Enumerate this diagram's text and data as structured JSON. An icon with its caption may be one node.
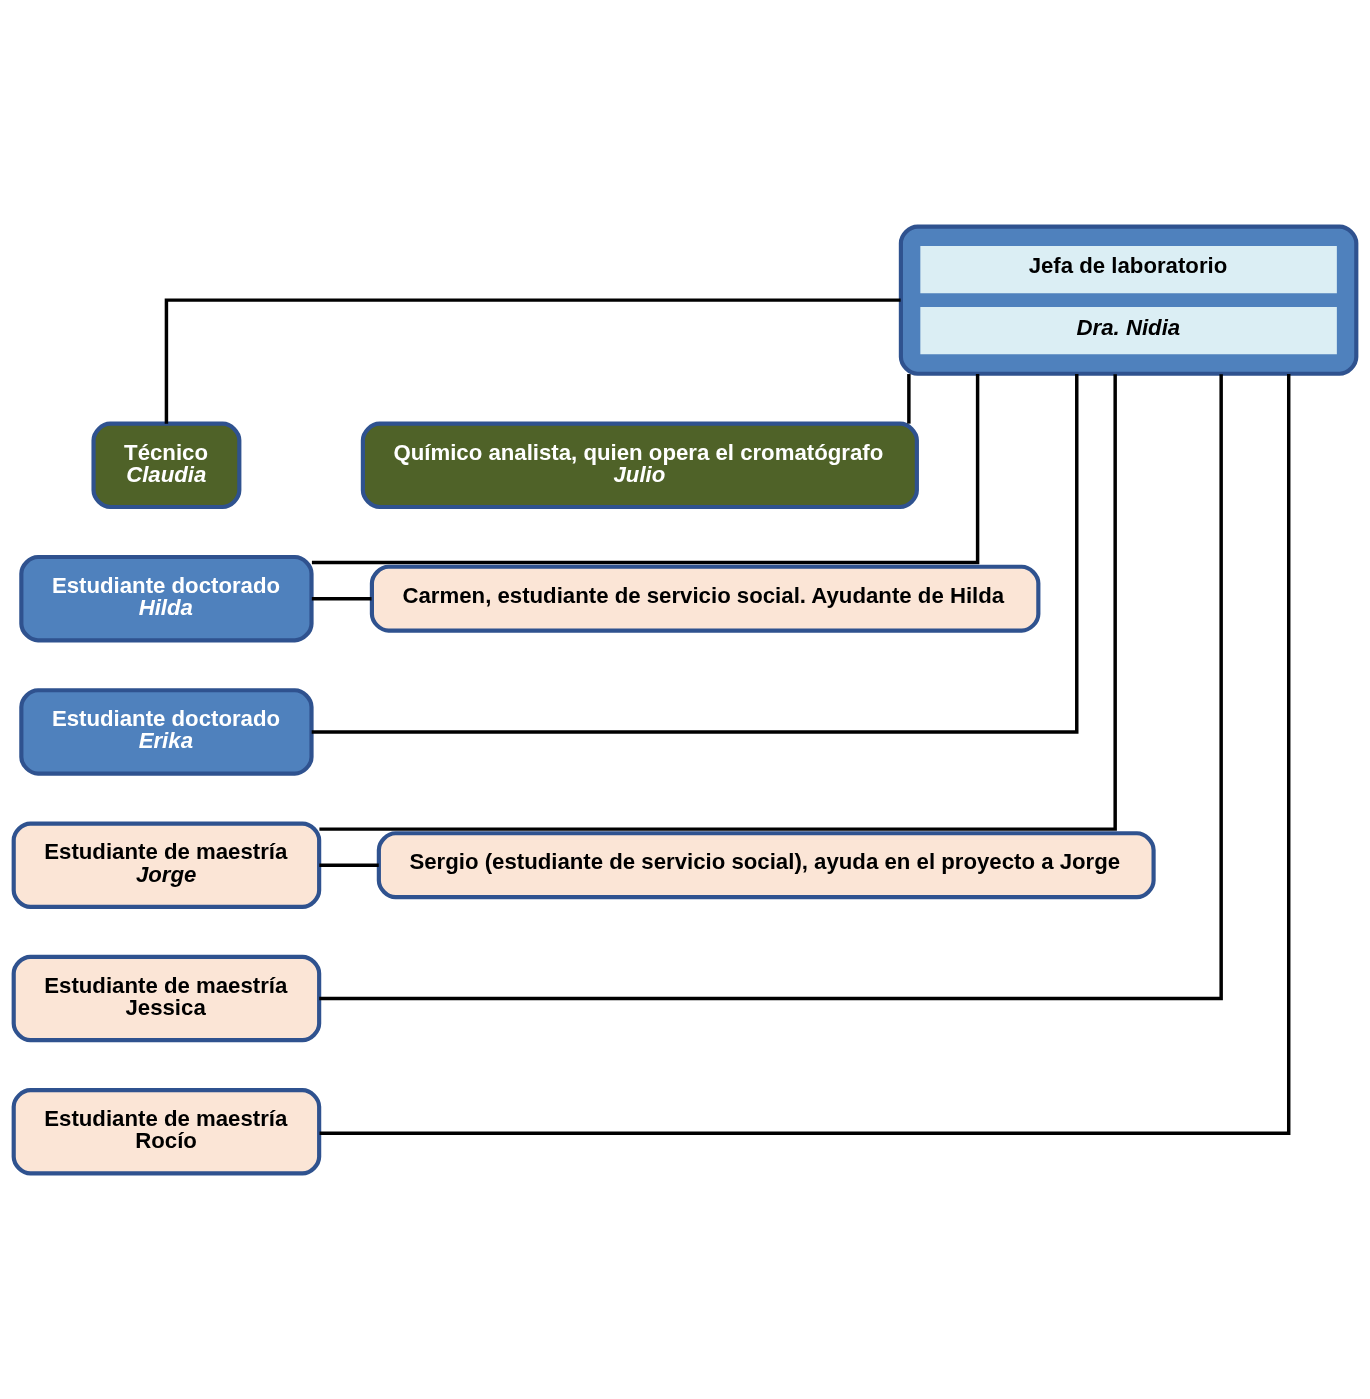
{
  "diagram": {
    "nodes": [
      {
        "text": [
          "Jefa de laboratorio",
          "Dra. Nidia"
        ]
      },
      {
        "text": [
          "Técnico",
          "Claudia"
        ]
      },
      {
        "text": [
          "Químico analista, quien opera el cromatógrafo",
          "Julio"
        ]
      },
      {
        "text": [
          "Estudiante doctorado",
          "Hilda"
        ]
      },
      {
        "text": [
          "Carmen, estudiante de servicio social. Ayudante de Hilda"
        ]
      },
      {
        "text": [
          "Estudiante doctorado",
          "Erika"
        ]
      },
      {
        "text": [
          "Estudiante de maestría",
          "Jorge"
        ]
      },
      {
        "text": [
          "Sergio (estudiante de servicio social), ayuda en el proyecto a Jorge"
        ]
      },
      {
        "text": [
          "Estudiante de maestría",
          "Jessica"
        ]
      },
      {
        "text": [
          "Estudiante de maestría",
          "Rocío"
        ]
      }
    ],
    "edges": [
      {
        "from": 0,
        "to": 1,
        "arrow": "none"
      },
      {
        "from": 0,
        "to": 2,
        "arrow": "none"
      },
      {
        "from": 0,
        "to": 3,
        "arrow": "none"
      },
      {
        "from": 0,
        "to": 5,
        "arrow": "none"
      },
      {
        "from": 0,
        "to": 6,
        "arrow": "none"
      },
      {
        "from": 0,
        "to": 8,
        "arrow": "none"
      },
      {
        "from": 0,
        "to": 9,
        "arrow": "none"
      },
      {
        "from": 3,
        "to": 4,
        "arrow": "none"
      },
      {
        "from": 6,
        "to": 7,
        "arrow": "none"
      }
    ]
  }
}
